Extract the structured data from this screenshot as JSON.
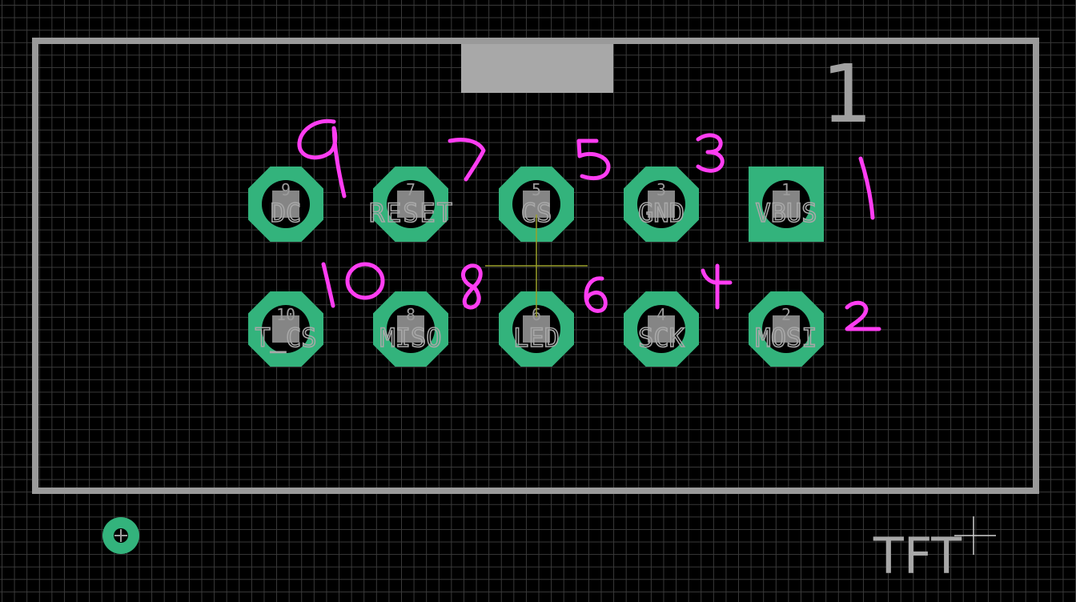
{
  "board": {
    "silkscreen_number": "1",
    "footprint_label": "TFT"
  },
  "pads": [
    {
      "num": "9",
      "name": "DC"
    },
    {
      "num": "7",
      "name": "RESET"
    },
    {
      "num": "5",
      "name": "CS"
    },
    {
      "num": "3",
      "name": "GND"
    },
    {
      "num": "1",
      "name": "VBUS"
    },
    {
      "num": "10",
      "name": "T_CS"
    },
    {
      "num": "8",
      "name": "MISO"
    },
    {
      "num": "6",
      "name": "LED"
    },
    {
      "num": "4",
      "name": "SCK"
    },
    {
      "num": "2",
      "name": "MOSI"
    }
  ],
  "handwritten_numbers": [
    "9",
    "7",
    "5",
    "3",
    "1",
    "10",
    "8",
    "6",
    "4",
    "2"
  ],
  "colors": {
    "background": "#000000",
    "grid": "#3a3a3a",
    "outline": "#9a9a9a",
    "pad": "#33b37c",
    "annotation": "#ff3df2",
    "origin_cross": "#9aa02a"
  },
  "icons": {
    "origin": "crosshair-icon",
    "cursor": "cursor-crosshair-icon"
  }
}
